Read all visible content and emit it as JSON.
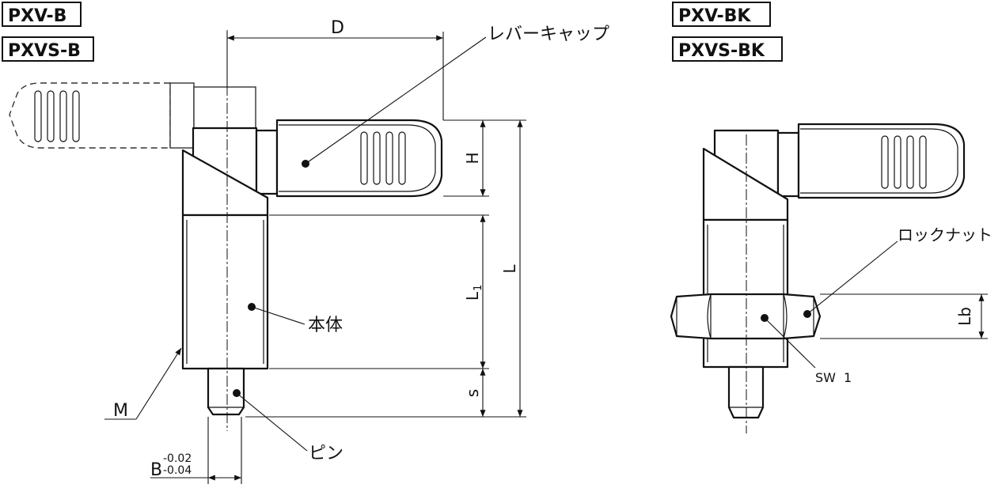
{
  "models": {
    "left_top": "PXV-B",
    "left_bottom": "PXVS-B",
    "right_top": "PXV-BK",
    "right_bottom": "PXVS-BK"
  },
  "dimensions": {
    "D": "D",
    "H": "H",
    "L": "L",
    "L1_main": "L",
    "L1_sub": "1",
    "s": "s",
    "M": "M",
    "B_main": "B",
    "B_upper_tol": "-0.02",
    "B_lower_tol": "-0.04",
    "Lb": "Lb",
    "SW1_main": "SW",
    "SW1_sub": "1"
  },
  "callouts": {
    "lever_cap": "レバーキャップ",
    "body": "本体",
    "pin": "ピン",
    "lock_nut": "ロックナット"
  }
}
